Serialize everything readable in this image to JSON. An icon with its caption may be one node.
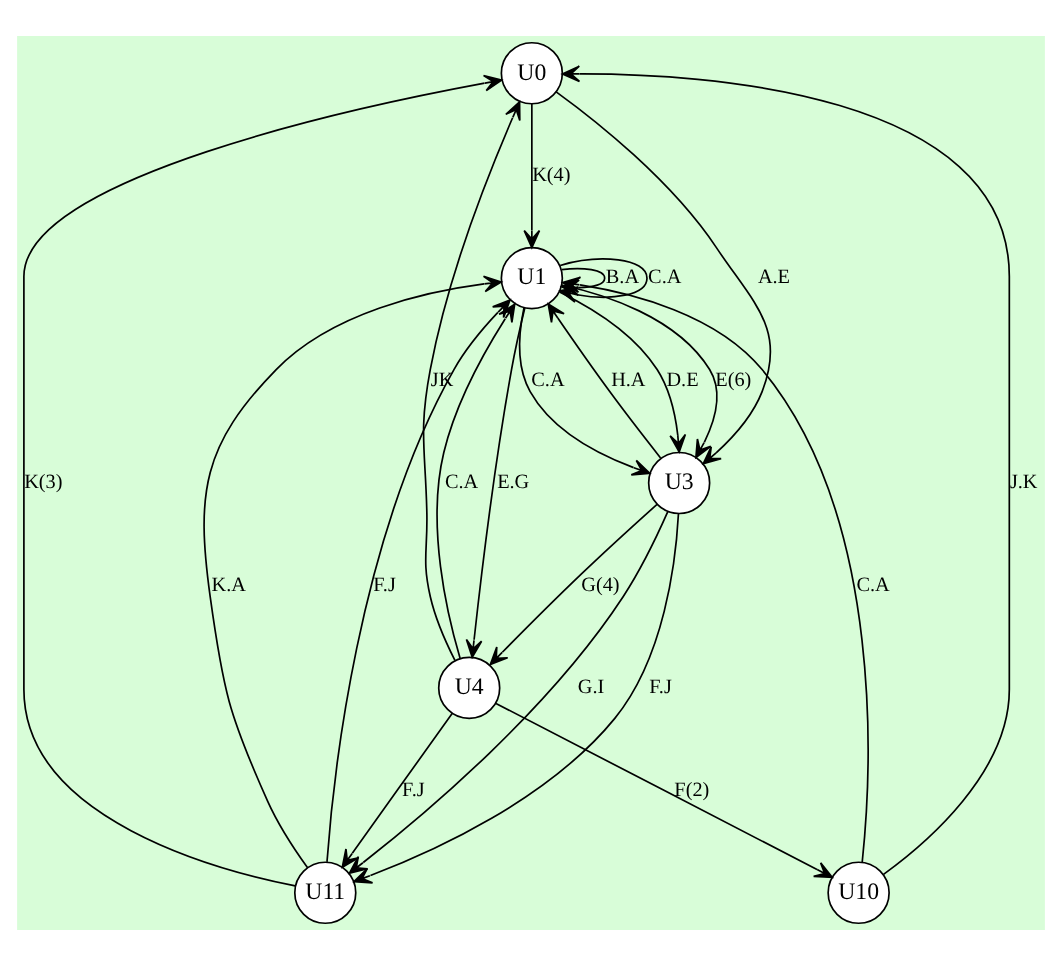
{
  "diagram": {
    "nodes": [
      {
        "text": [
          "U0"
        ]
      },
      {
        "text": [
          "U1"
        ]
      },
      {
        "text": [
          "U11"
        ]
      },
      {
        "text": [
          "U3"
        ]
      },
      {
        "text": [
          "U10"
        ]
      },
      {
        "text": [
          "U4"
        ]
      }
    ],
    "edges": [
      {
        "from": 0,
        "to": 1,
        "arrow": "to",
        "label": "K(4)"
      },
      {
        "from": 0,
        "to": 3,
        "arrow": "to",
        "label": "A.E"
      },
      {
        "from": 1,
        "to": 1,
        "arrow": "to",
        "label": "B.A"
      },
      {
        "from": 1,
        "to": 1,
        "arrow": "to",
        "label": "C.A"
      },
      {
        "from": 2,
        "to": 1,
        "arrow": "to",
        "label": "K.A"
      },
      {
        "from": 2,
        "to": 1,
        "arrow": "to",
        "label": "F.J"
      },
      {
        "from": 1,
        "to": 3,
        "arrow": "to",
        "label": "D.E"
      },
      {
        "from": 1,
        "to": 3,
        "arrow": "to",
        "label": "E(6)"
      },
      {
        "from": 1,
        "to": 3,
        "arrow": "to",
        "label": "C.A"
      },
      {
        "from": 3,
        "to": 1,
        "arrow": "to",
        "label": "H.A"
      },
      {
        "from": 1,
        "to": 5,
        "arrow": "to",
        "label": "E.G"
      },
      {
        "from": 3,
        "to": 2,
        "arrow": "to",
        "label": "G.I"
      },
      {
        "from": 3,
        "to": 2,
        "arrow": "to",
        "label": "F.J"
      },
      {
        "from": 3,
        "to": 5,
        "arrow": "to",
        "label": "G(4)"
      },
      {
        "from": 5,
        "to": 2,
        "arrow": "to",
        "label": "F.J"
      },
      {
        "from": 5,
        "to": 4,
        "arrow": "to",
        "label": "F(2)"
      },
      {
        "from": 4,
        "to": 1,
        "arrow": "to",
        "label": "C.A"
      },
      {
        "from": 4,
        "to": 0,
        "arrow": "to",
        "label": "J.K"
      },
      {
        "from": 2,
        "to": 0,
        "arrow": "to",
        "label": "K(3)"
      },
      {
        "from": 5,
        "to": 0,
        "arrow": "to",
        "label": "JK"
      },
      {
        "from": 5,
        "to": 1,
        "arrow": "to",
        "label": "C.A"
      }
    ]
  }
}
